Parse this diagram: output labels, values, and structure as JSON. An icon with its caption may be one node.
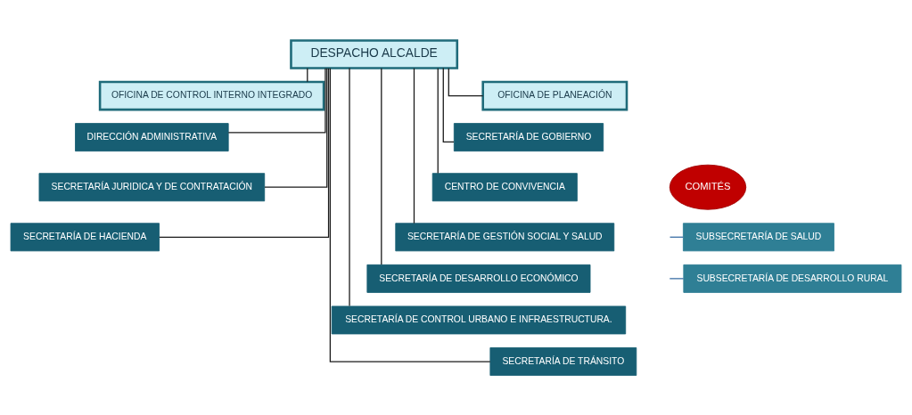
{
  "diagram": {
    "nodes": [
      {
        "text": [
          "DESPACHO ALCALDE"
        ]
      },
      {
        "text": [
          "OFICINA DE CONTROL INTERNO INTEGRADO"
        ]
      },
      {
        "text": [
          "OFICINA DE PLANEACIÓN"
        ]
      },
      {
        "text": [
          "DIRECCIÓN ADMINISTRATIVA"
        ]
      },
      {
        "text": [
          "SECRETARÍA JURIDICA Y DE CONTRATACIÓN"
        ]
      },
      {
        "text": [
          "SECRETARÍA DE HACIENDA"
        ]
      },
      {
        "text": [
          "COMITÉS"
        ]
      },
      {
        "text": [
          "SECRETARÍA DE GOBIERNO"
        ]
      },
      {
        "text": [
          "CENTRO DE CONVIVENCIA"
        ]
      },
      {
        "text": [
          "SECRETARÍA DE GESTIÓN SOCIAL Y SALUD"
        ]
      },
      {
        "text": [
          "SECRETARÍA DE DESARROLLO ECONÓMICO"
        ]
      },
      {
        "text": [
          "SECRETARÍA DE CONTROL URBANO E INFRAESTRUCTURA."
        ]
      },
      {
        "text": [
          "SECRETARÍA DE TRÁNSITO"
        ]
      },
      {
        "text": [
          "SUBSECRETARÍA DE SALUD"
        ]
      },
      {
        "text": [
          "SUBSECRETARÍA DE DESARROLLO RURAL"
        ]
      }
    ],
    "edges": [
      {
        "from": 0,
        "to": 1,
        "arrow": "none"
      },
      {
        "from": 0,
        "to": 2,
        "arrow": "none"
      },
      {
        "from": 0,
        "to": 3,
        "arrow": "none"
      },
      {
        "from": 0,
        "to": 4,
        "arrow": "none"
      },
      {
        "from": 0,
        "to": 5,
        "arrow": "none"
      },
      {
        "from": 0,
        "to": 7,
        "arrow": "none"
      },
      {
        "from": 0,
        "to": 8,
        "arrow": "none"
      },
      {
        "from": 0,
        "to": 9,
        "arrow": "none"
      },
      {
        "from": 0,
        "to": 10,
        "arrow": "none"
      },
      {
        "from": 0,
        "to": 11,
        "arrow": "none"
      },
      {
        "from": 0,
        "to": 12,
        "arrow": "none"
      },
      {
        "from": null,
        "to": 13,
        "arrow": "none",
        "color": "#3a6ea5"
      },
      {
        "from": null,
        "to": 14,
        "arrow": "none",
        "color": "#3a6ea5"
      }
    ]
  }
}
